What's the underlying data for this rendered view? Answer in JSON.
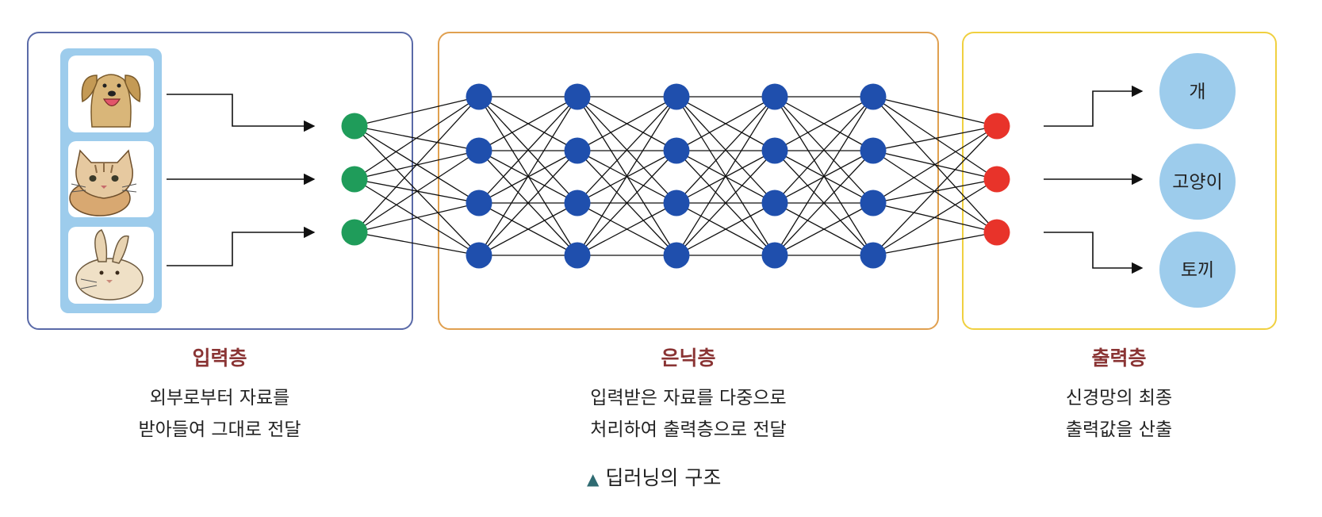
{
  "input_layer": {
    "title": "입력층",
    "description_lines": [
      "외부로부터 자료를",
      "받아들여 그대로 전달"
    ],
    "images": [
      "dog-illustration",
      "cat-illustration",
      "rabbit-illustration"
    ],
    "node_color": "#1f9c5a",
    "border_color": "#5a6aa8"
  },
  "hidden_layer": {
    "title": "은닉층",
    "description_lines": [
      "입력받은 자료를 다중으로",
      "처리하여 출력층으로 전달"
    ],
    "node_color": "#1f4fad",
    "border_color": "#e0a050"
  },
  "output_layer": {
    "title": "출력층",
    "description_lines": [
      "신경망의 최종",
      "출력값을 산출"
    ],
    "node_color": "#e8332a",
    "border_color": "#f0d040",
    "outputs": [
      "개",
      "고양이",
      "토끼"
    ],
    "output_circle_color": "#9dccec"
  },
  "caption": {
    "marker": "▲",
    "text": "딥러닝의 구조"
  }
}
